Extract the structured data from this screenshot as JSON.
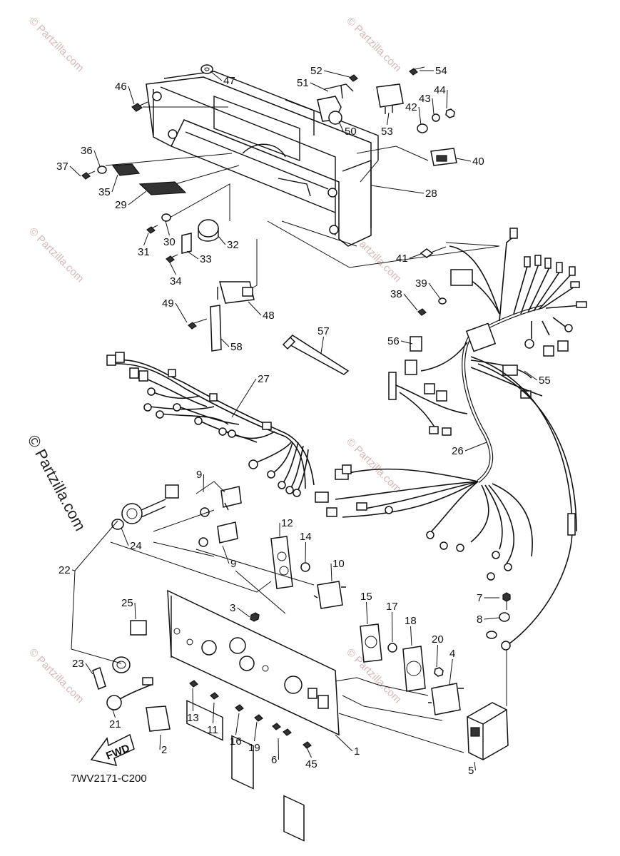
{
  "diagram_code": "7WV2171-C200",
  "direction_arrow_label": "FWD",
  "watermark": {
    "text": "© Partzilla.com",
    "side_text": "© Partzilla.com"
  },
  "callouts": [
    "1",
    "2",
    "3",
    "4",
    "5",
    "6",
    "7",
    "8",
    "9",
    "9",
    "10",
    "11",
    "12",
    "13",
    "14",
    "15",
    "16",
    "17",
    "18",
    "19",
    "20",
    "21",
    "22",
    "23",
    "24",
    "25",
    "26",
    "27",
    "28",
    "29",
    "30",
    "31",
    "32",
    "33",
    "34",
    "35",
    "36",
    "37",
    "38",
    "39",
    "40",
    "41",
    "42",
    "43",
    "44",
    "45",
    "46",
    "47",
    "48",
    "49",
    "50",
    "51",
    "52",
    "53",
    "54",
    "55",
    "56",
    "57",
    "58"
  ],
  "colors": {
    "line": "#111111",
    "background": "#ffffff",
    "watermark": "#d6b8b8"
  }
}
